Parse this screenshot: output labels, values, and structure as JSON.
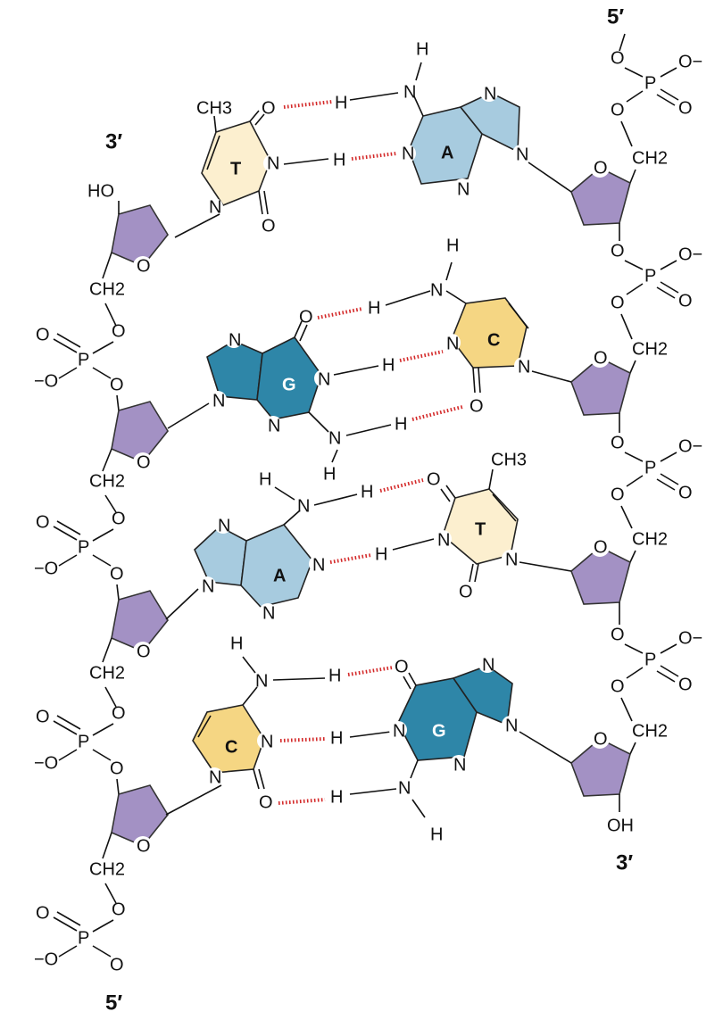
{
  "ends": {
    "left_top": "3′",
    "left_bottom": "5′",
    "right_top": "5′",
    "right_bottom": "3′"
  },
  "base_pairs": [
    {
      "left_base": "T",
      "right_base": "A"
    },
    {
      "left_base": "G",
      "right_base": "C"
    },
    {
      "left_base": "A",
      "right_base": "T"
    },
    {
      "left_base": "C",
      "right_base": "G"
    }
  ],
  "atoms": {
    "N": "N",
    "O": "O",
    "H": "H",
    "P": "P",
    "O_minus": "O−",
    "minus_O": "−O",
    "CH2": "CH2",
    "CH3": "CH3",
    "HO": "HO",
    "OH": "OH"
  },
  "colors": {
    "thymine": "#fcefcf",
    "adenine": "#a7cbdf",
    "guanine": "#2e86a8",
    "cytosine": "#f5d683",
    "deoxyribose": "#a391c4",
    "hydrogen_bond": "#d42a2a"
  }
}
